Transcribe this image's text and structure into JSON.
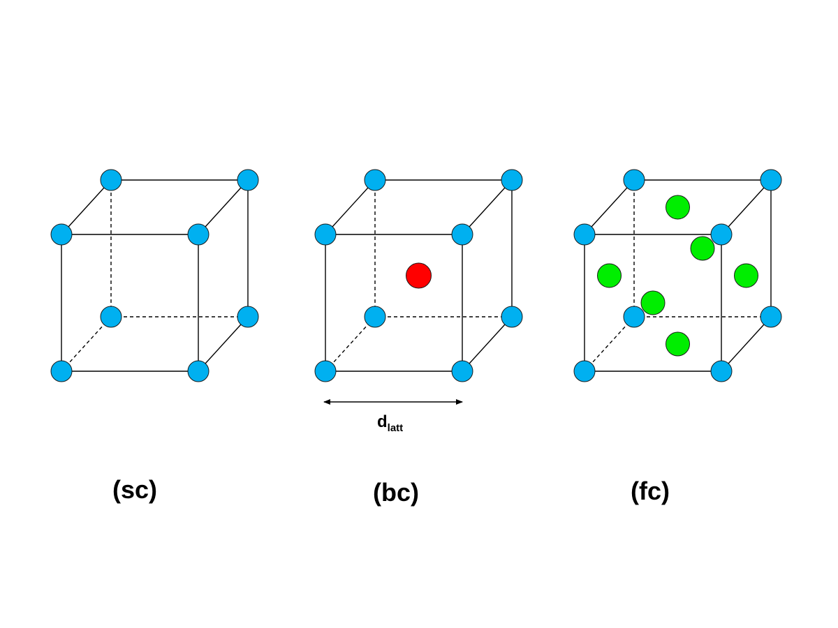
{
  "colors": {
    "corner_atom": "#00b0f0",
    "body_center_atom": "#ff0000",
    "face_center_atom": "#00ee00",
    "edge": "#000000"
  },
  "cells": [
    {
      "id": "sc",
      "label": "(sc)",
      "corner_atoms": 8,
      "body_center_atoms": 0,
      "face_center_atoms": 0
    },
    {
      "id": "bc",
      "label": "(bc)",
      "corner_atoms": 8,
      "body_center_atoms": 1,
      "face_center_atoms": 0
    },
    {
      "id": "fc",
      "label": "(fc)",
      "corner_atoms": 8,
      "body_center_atoms": 0,
      "face_center_atoms": 6
    }
  ],
  "dimension": {
    "main": "d",
    "subscript": "latt"
  }
}
